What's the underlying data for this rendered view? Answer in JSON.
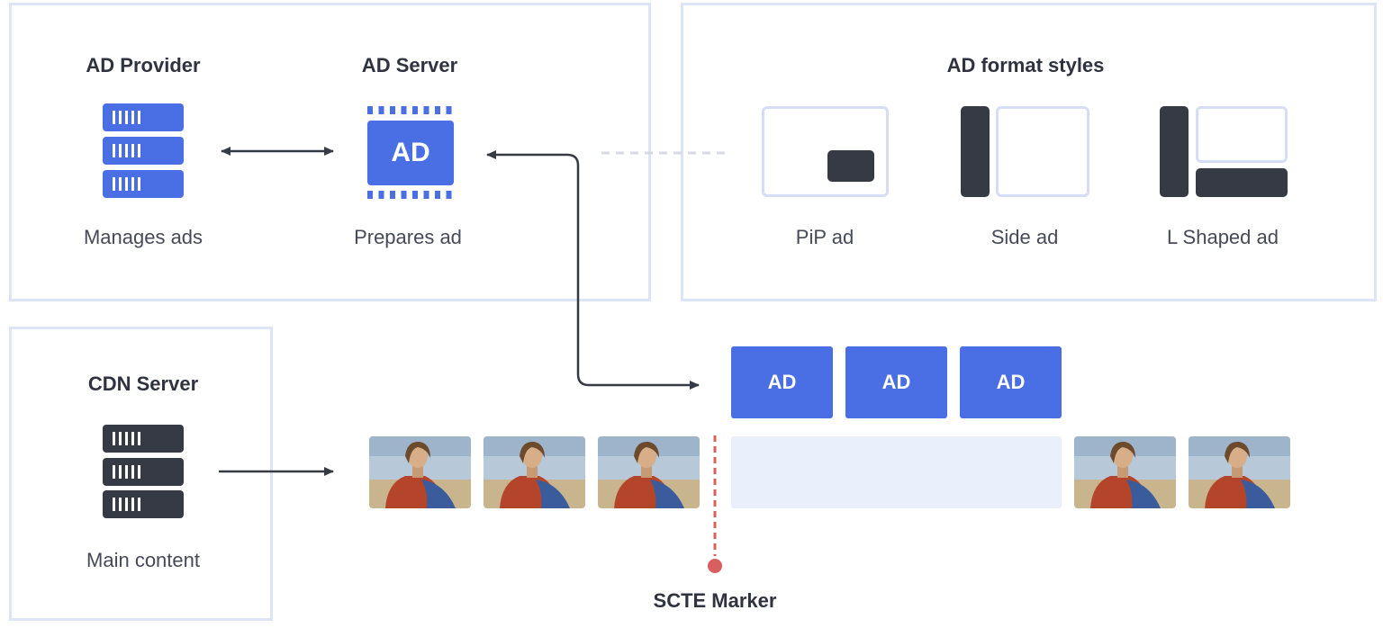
{
  "ad_provider": {
    "title": "AD Provider",
    "caption": "Manages ads",
    "icon": "server-icon"
  },
  "ad_server": {
    "title": "AD Server",
    "caption": "Prepares ad",
    "chip_label": "AD",
    "icon": "chip-icon"
  },
  "formats": {
    "title": "AD format styles",
    "items": [
      {
        "label": "PiP ad",
        "icon": "pip-ad-icon"
      },
      {
        "label": "Side ad",
        "icon": "side-ad-icon"
      },
      {
        "label": "L Shaped ad",
        "icon": "l-shaped-ad-icon"
      }
    ]
  },
  "cdn": {
    "title": "CDN Server",
    "caption": "Main content",
    "icon": "server-icon"
  },
  "ad_blocks": [
    "AD",
    "AD",
    "AD"
  ],
  "marker": {
    "label": "SCTE Marker"
  },
  "colors": {
    "accent_blue": "#4a6ee3",
    "dark": "#363a45",
    "panel_border": "#dde4f7",
    "slot_fill": "#eaf0fb",
    "marker_red": "#d95f5f"
  }
}
